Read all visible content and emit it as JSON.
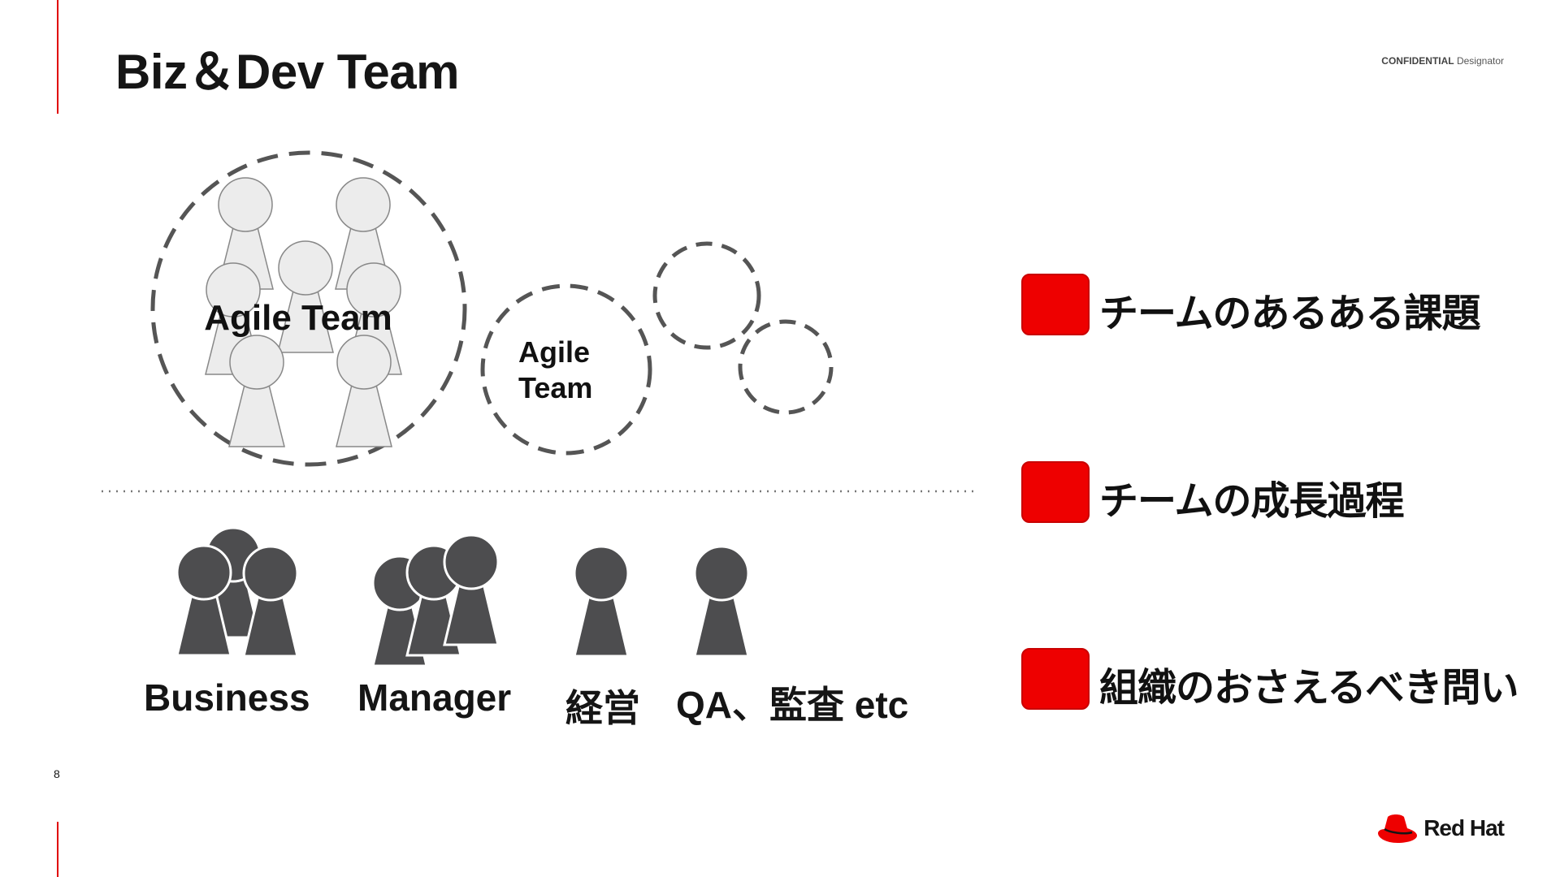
{
  "slide": {
    "title": "Biz＆Dev Team",
    "confidential_label": "CONFIDENTIAL",
    "designator_label": "Designator",
    "page_number": "8"
  },
  "diagram": {
    "agile_team_large_label": "Agile Team",
    "agile_team_small_label_line1": "Agile",
    "agile_team_small_label_line2": "Team",
    "groups": [
      {
        "label": "Business"
      },
      {
        "label": "Manager"
      },
      {
        "label": "経営"
      },
      {
        "label": "QA、監査 etc"
      }
    ]
  },
  "bullets": [
    {
      "text": "チームのあるある課題"
    },
    {
      "text": "チームの成長過程"
    },
    {
      "text": "組織のおさえるべき問い"
    }
  ],
  "brand": {
    "logo_text": "Red Hat",
    "accent_color": "#ee0000"
  }
}
